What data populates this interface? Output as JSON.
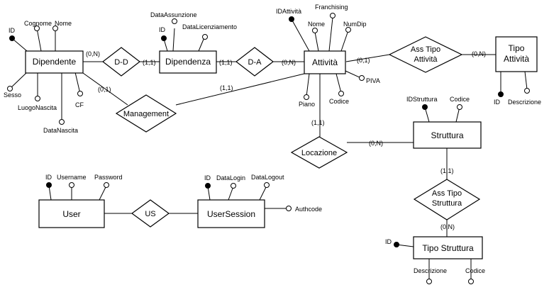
{
  "entities": {
    "dipendente": "Dipendente",
    "dipendenza": "Dipendenza",
    "attivita": "Attività",
    "tipo_attivita_l1": "Tipo",
    "tipo_attivita_l2": "Attività",
    "struttura": "Struttura",
    "tipo_struttura": "Tipo Struttura",
    "user": "User",
    "user_session": "UserSession"
  },
  "relationships": {
    "dd": "D-D",
    "da": "D-A",
    "ass_tipo_attivita_l1": "Ass Tipo",
    "ass_tipo_attivita_l2": "Attività",
    "management": "Management",
    "locazione": "Locazione",
    "ass_tipo_struttura_l1": "Ass Tipo",
    "ass_tipo_struttura_l2": "Struttura",
    "us": "US"
  },
  "attributes": {
    "dipendente": {
      "id": "ID",
      "cognome": "Cognome",
      "nome": "Nome",
      "sesso": "Sesso",
      "luogo_nascita": "LuogoNascita",
      "data_nascita": "DataNascita",
      "cf": "CF"
    },
    "dipendenza": {
      "data_assunzione": "DataAssunzione",
      "id": "ID",
      "data_licenziamento": "DataLicenziamento"
    },
    "attivita": {
      "id_attivita": "IDAttività",
      "franchising": "Franchising",
      "nome": "Nome",
      "num_dip": "NumDip",
      "piva": "PIVA",
      "piano": "Piano",
      "codice": "Codice"
    },
    "tipo_attivita": {
      "id": "ID",
      "descrizione": "Descrizione"
    },
    "struttura": {
      "id_struttura": "IDStruttura",
      "codice": "Codice"
    },
    "tipo_struttura": {
      "id": "ID",
      "descrizione": "Descrizione",
      "codice": "Codice"
    },
    "user": {
      "id": "ID",
      "username": "Username",
      "password": "Password"
    },
    "user_session": {
      "id": "ID",
      "data_login": "DataLogin",
      "data_logout": "DataLogout",
      "authcode": "Authcode"
    }
  },
  "cardinalities": {
    "dipendente_dd": "(0,N)",
    "dipendenza_dd": "(1,1)",
    "dipendenza_da": "(1,1)",
    "attivita_da": "(0,N)",
    "attivita_ass_tipo": "(0,1)",
    "tipo_attivita_ass": "(0,N)",
    "dipendente_management": "(0,1)",
    "attivita_management": "(1,1)",
    "attivita_locazione": "(1,1)",
    "struttura_locazione": "(0,N)",
    "struttura_ass_tipo": "(1,1)",
    "tipo_struttura_ass": "(0,N)"
  }
}
